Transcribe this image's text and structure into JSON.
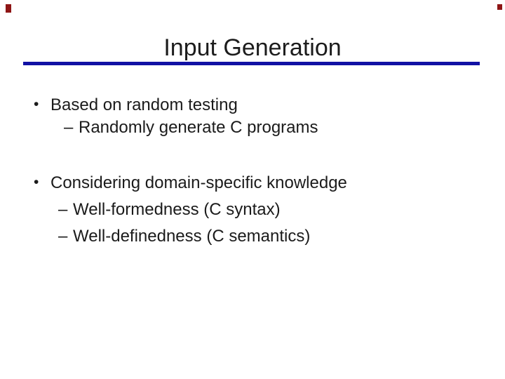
{
  "slide": {
    "title": "Input Generation",
    "colors": {
      "background": "#ffffff",
      "text": "#1b1b1b",
      "title_rule": "#1111a4",
      "corner_marks": "#8e1515"
    },
    "bullets": [
      {
        "level": 1,
        "marker": "•",
        "text": "Based on random testing"
      },
      {
        "level": 2,
        "marker": "–",
        "text": "Randomly generate C programs"
      },
      {
        "level": 1,
        "marker": "•",
        "text": "Considering domain-specific knowledge"
      },
      {
        "level": 2,
        "marker": "–",
        "text": "Well-formedness (C syntax)"
      },
      {
        "level": 2,
        "marker": "–",
        "text": "Well-definedness (C semantics)"
      }
    ]
  }
}
